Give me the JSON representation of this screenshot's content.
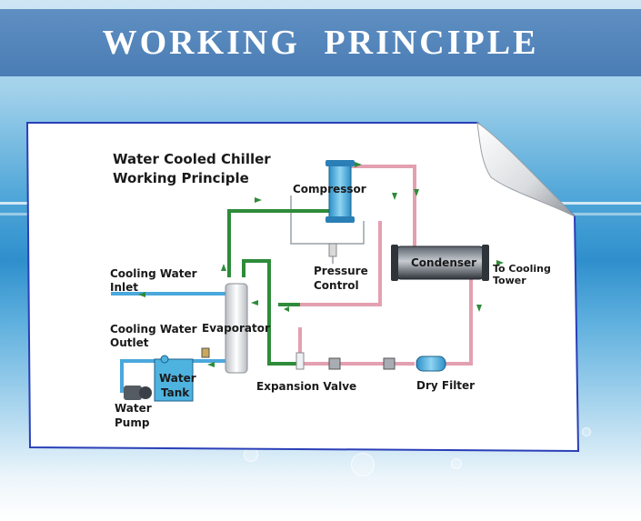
{
  "banner": {
    "title": "WORKING PRINCIPLE"
  },
  "diagram": {
    "title_line1": "Water Cooled Chiller",
    "title_line2": "Working Principle",
    "labels": {
      "compressor": "Compressor",
      "pressure_control_1": "Pressure",
      "pressure_control_2": "Control",
      "condenser": "Condenser",
      "to_cooling_1": "To Cooling",
      "to_cooling_2": "Tower",
      "cooling_inlet_1": "Cooling Water",
      "cooling_inlet_2": "Inlet",
      "evaporator": "Evaporator",
      "cooling_outlet_1": "Cooling Water",
      "cooling_outlet_2": "Outlet",
      "water_tank_1": "Water",
      "water_tank_2": "Tank",
      "water_pump_1": "Water",
      "water_pump_2": "Pump",
      "expansion_valve": "Expansion Valve",
      "dry_filter": "Dry Filter"
    },
    "colors": {
      "hot_line": "#e3a0b0",
      "cold_line": "#2e8b3a",
      "water_line": "#4aa8dc",
      "equipment_blue": "#4fb3e0",
      "condenser": "#3a3f48"
    }
  }
}
